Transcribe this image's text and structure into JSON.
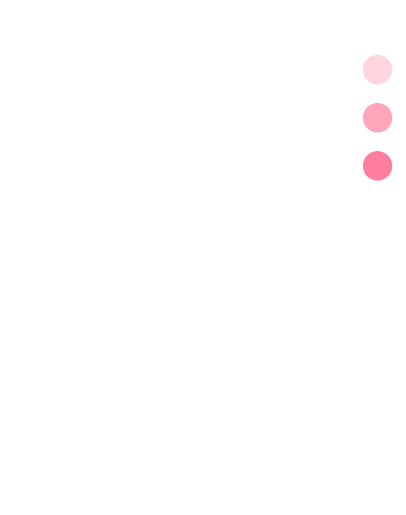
{
  "color_swatches": [
    {
      "name": "light-pink",
      "color": "#ffd5df"
    },
    {
      "name": "medium-pink",
      "color": "#ffa5bc"
    },
    {
      "name": "dark-pink",
      "color": "#ff7e9e"
    }
  ]
}
